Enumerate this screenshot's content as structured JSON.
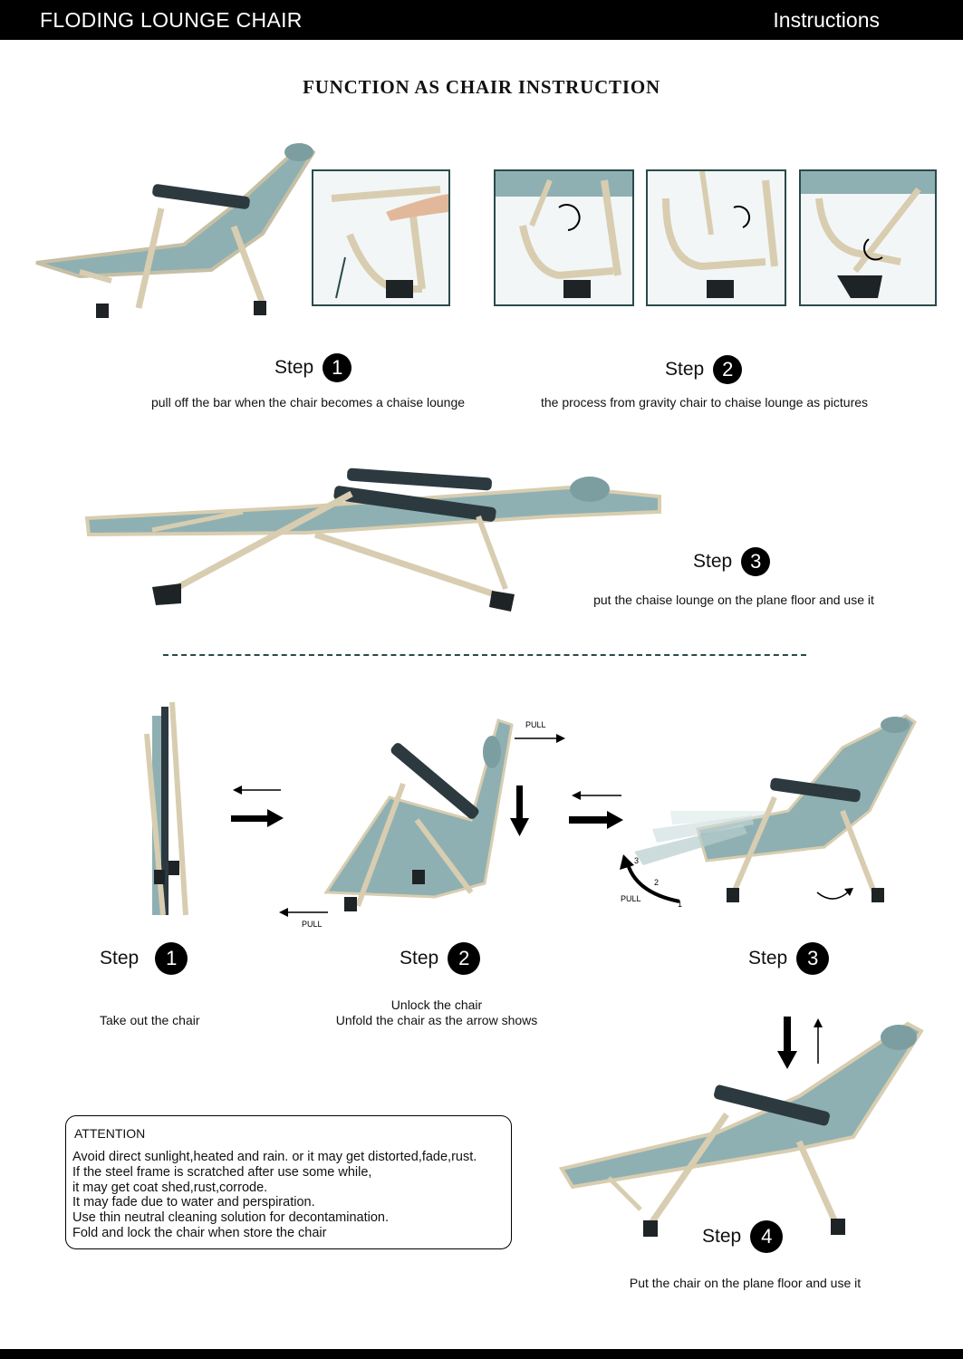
{
  "header": {
    "left_title": "FLODING LOUNGE CHAIR",
    "right_title": "Instructions"
  },
  "main_title": "FUNCTION AS CHAIR INSTRUCTION",
  "top_steps": [
    {
      "label": "Step",
      "number": "1",
      "caption": "pull off the bar when the chair becomes a chaise lounge"
    },
    {
      "label": "Step",
      "number": "2",
      "caption": "the process from gravity chair to chaise lounge as pictures"
    },
    {
      "label": "Step",
      "number": "3",
      "caption": "put the chaise lounge on the plane floor and use it"
    }
  ],
  "bottom_steps": [
    {
      "label": "Step",
      "number": "1",
      "caption": [
        "Take out the chair"
      ]
    },
    {
      "label": "Step",
      "number": "2",
      "caption": [
        "Unlock the chair",
        "Unfold the chair as the arrow shows"
      ]
    },
    {
      "label": "Step",
      "number": "3",
      "caption": []
    },
    {
      "label": "Step",
      "number": "4",
      "caption": [
        "Put the chair on the plane floor and use it"
      ]
    }
  ],
  "arrow_labels": {
    "pull_top": "PULL",
    "pull_bottom": "PULL",
    "pull_curve": "PULL",
    "n1": "1",
    "n2": "2",
    "n3": "3"
  },
  "attention": {
    "heading": "ATTENTION",
    "lines": [
      "Avoid direct sunlight,heated and rain. or it may get distorted,fade,rust.",
      "If the steel frame is scratched after use some while,",
      "it may get coat shed,rust,corrode.",
      "It may fade due to water and perspiration.",
      "Use thin neutral cleaning solution for decontamination.",
      "Fold and lock the chair when store the chair"
    ]
  },
  "colors": {
    "fabric": "#8fb0b2",
    "frame": "#d8cdb0",
    "arm": "#2c3a40",
    "feet": "#1e2326",
    "photo_border": "#2a4a4a"
  }
}
